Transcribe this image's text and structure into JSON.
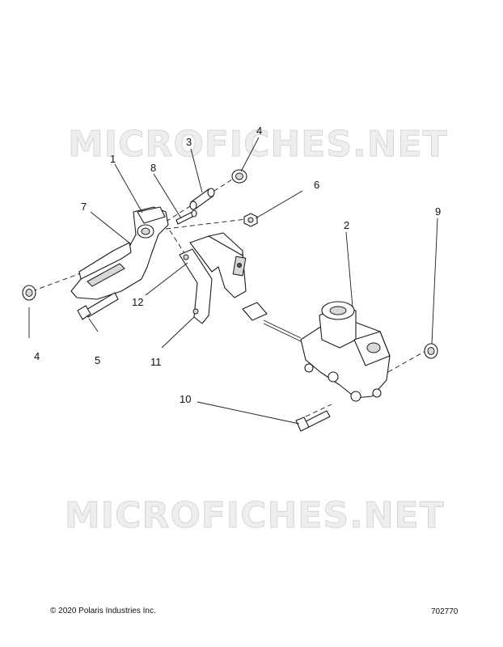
{
  "watermarks": [
    "MICROFICHES.NET",
    "MICROFICHES.NET"
  ],
  "callouts": {
    "c1": "1",
    "c2": "2",
    "c3": "3",
    "c4a": "4",
    "c4b": "4",
    "c5": "5",
    "c6": "6",
    "c7": "7",
    "c8": "8",
    "c9": "9",
    "c10": "10",
    "c11": "11",
    "c12": "12"
  },
  "footer": {
    "copyright": "© 2020 Polaris Industries Inc.",
    "doc_number": "702770"
  }
}
